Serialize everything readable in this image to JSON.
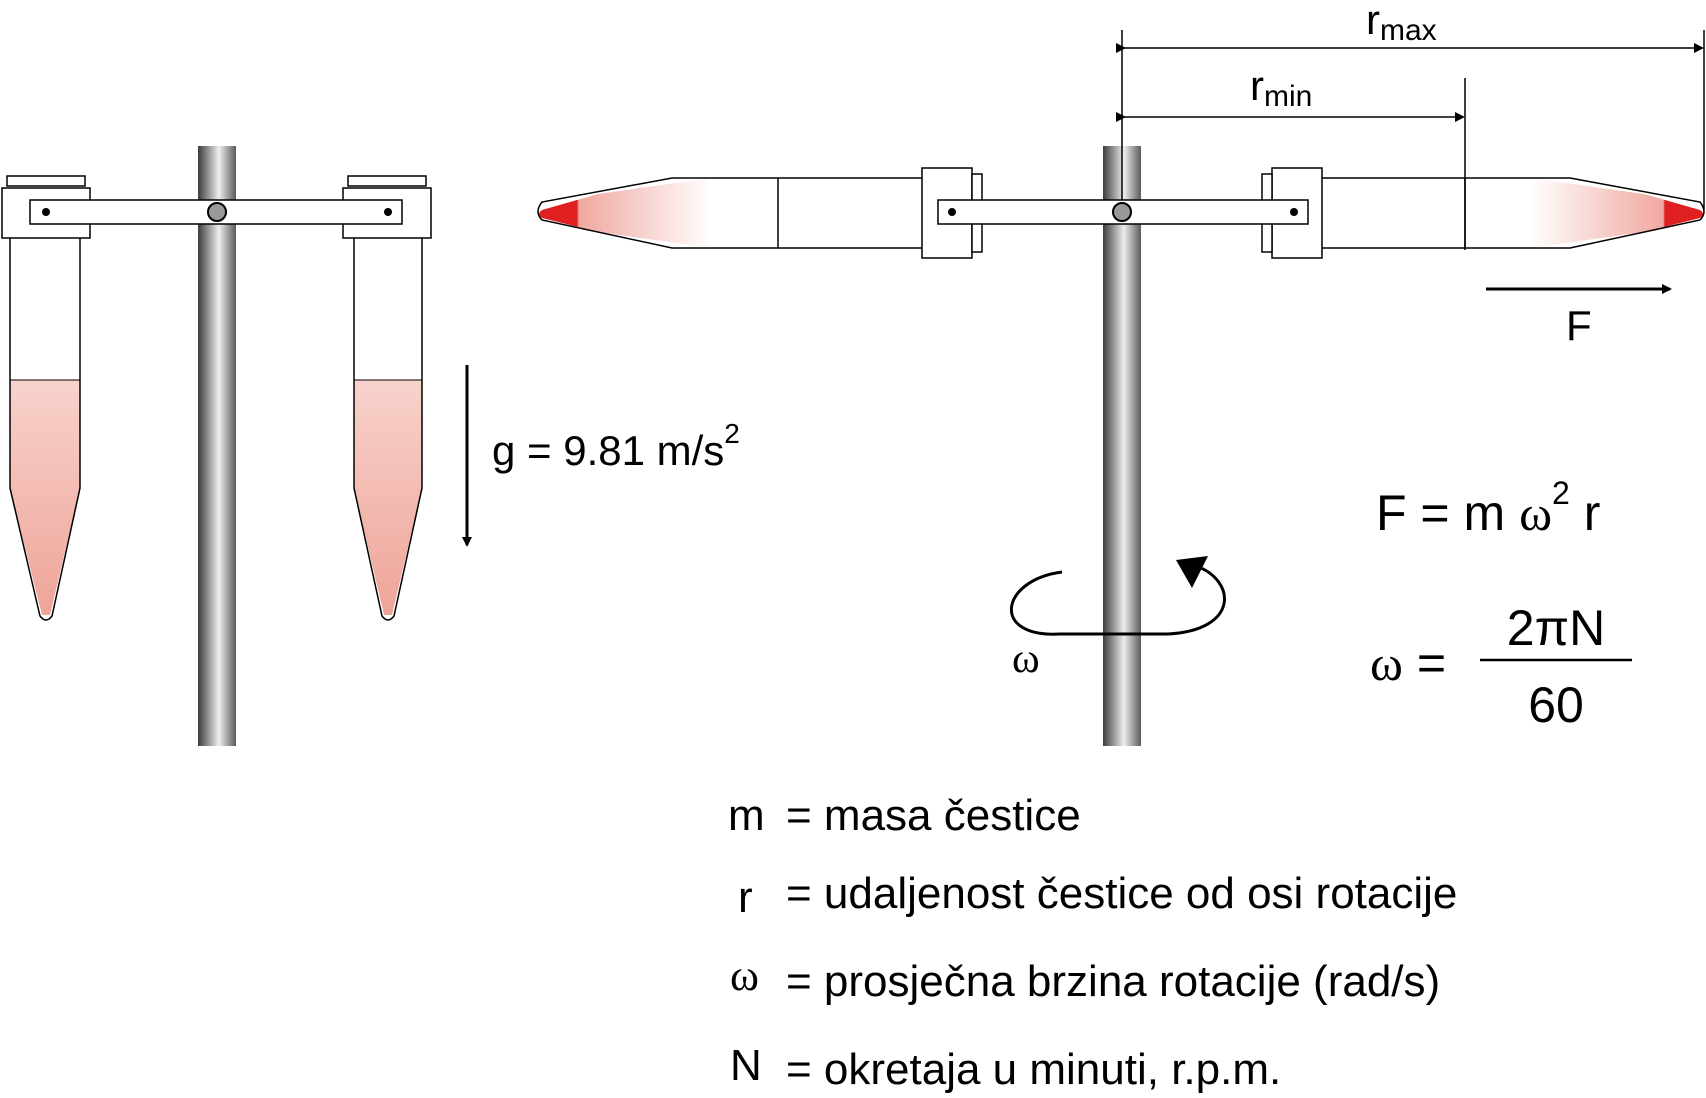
{
  "labels": {
    "r_max": {
      "base": "r",
      "sub": "max"
    },
    "r_min": {
      "base": "r",
      "sub": "min"
    },
    "force": "F",
    "gravity": {
      "text": "g = 9.81 m/s",
      "sup": "2"
    },
    "omega_symbol": "ω"
  },
  "formulas": {
    "force": {
      "lhs": "F = m ",
      "omega": "ω",
      "sup": "2",
      "rhs": " r"
    },
    "omega": {
      "lhs_symbol": "ω",
      "equals": " = ",
      "numerator": "2πN",
      "denominator": "60"
    }
  },
  "legend": [
    {
      "symbol": "m",
      "text": "= masa čestice"
    },
    {
      "symbol": "r",
      "text": "= udaljenost čestice od osi rotacije"
    },
    {
      "symbol": "ω",
      "text": "= prosječna brzina rotacije (rad/s)"
    },
    {
      "symbol": "N",
      "text": "= okretaja u minuti, r.p.m."
    }
  ],
  "colors": {
    "liquid": "#f4b8b0",
    "sediment": "#e02020",
    "rod_dark": "#4a4a4a",
    "rod_light": "#e8e8e8"
  }
}
